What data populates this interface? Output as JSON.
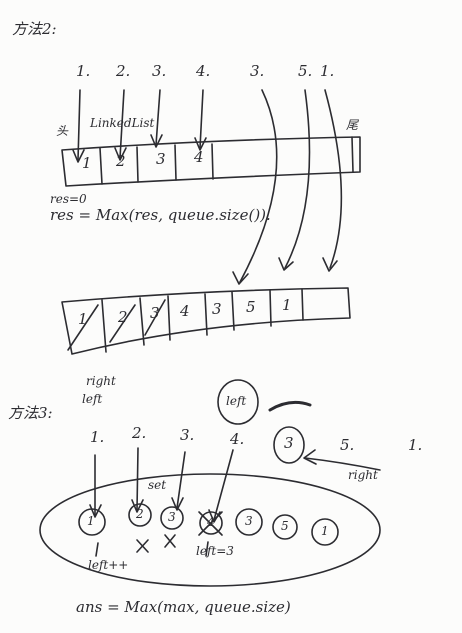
{
  "heading_method2": "方法2:",
  "heading_method3": "方法3:",
  "method2": {
    "top_numbers": [
      "1.",
      "2.",
      "3.",
      "4.",
      "3.",
      "5.",
      "1."
    ],
    "head_label": "头",
    "tail_label": "尾",
    "structure_label": "LinkedList",
    "queue_cells": [
      "1",
      "2",
      "3",
      "4"
    ],
    "res_init": "res=0",
    "res_formula": "res = Max(res, queue.size()).",
    "queue2_cells": [
      "1",
      "2",
      "3",
      "4",
      "3",
      "5",
      "1"
    ]
  },
  "method3": {
    "right_label": "right",
    "left_label": "left",
    "top_numbers": [
      "1.",
      "2.",
      "3.",
      "4.",
      "3",
      "5.",
      "1."
    ],
    "left_circle": "left",
    "set_label": "set",
    "right_label2": "right",
    "set_items": [
      "1",
      "2",
      "3",
      "4",
      "3",
      "5",
      "1"
    ],
    "left_plus": "left++",
    "left_eq": "left=3",
    "ans_formula": "ans = Max(max, queue.size)"
  },
  "ink_color": "#2c2c31"
}
